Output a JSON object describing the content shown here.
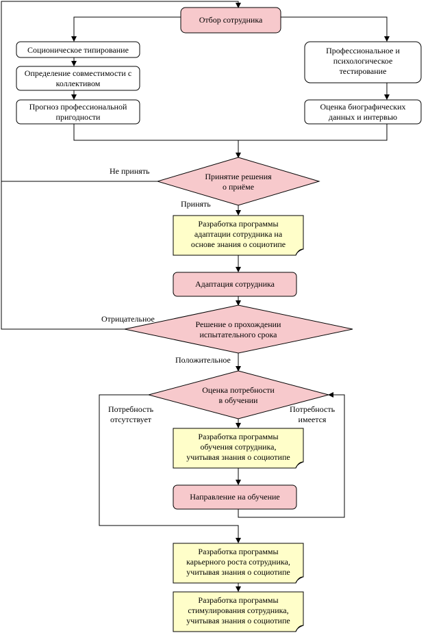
{
  "colors": {
    "pink": "#f7c9cc",
    "yellow": "#fffec9",
    "white": "#ffffff",
    "line": "#000000"
  },
  "nodes": {
    "selection": "Отбор сотрудника",
    "socionic_typing": "Соционическое типирование",
    "compatibility_1": "Определение совместимости с",
    "compatibility_2": "коллективом",
    "forecast_1": "Прогноз профессиональной",
    "forecast_2": "пригодности",
    "prof_testing_1": "Профессиональное и",
    "prof_testing_2": "психологическое",
    "prof_testing_3": "тестирование",
    "bio_1": "Оценка биографических",
    "bio_2": "данных и интервью",
    "decision_hire_1": "Принятие решения",
    "decision_hire_2": "о приёме",
    "adapt_program_1": "Разработка программы",
    "adapt_program_2": "адаптации сотрудника на",
    "adapt_program_3": "основе знания о социотипе",
    "adaptation": "Адаптация сотрудника",
    "probation_1": "Решение о прохождении",
    "probation_2": "испытательного срока",
    "training_need_1": "Оценка потребности",
    "training_need_2": "в обучении",
    "training_program_1": "Разработка программы",
    "training_program_2": "обучения сотрудника,",
    "training_program_3": "учитывая знания о социотипе",
    "training_direction": "Направление на обучение",
    "career_1": "Разработка программы",
    "career_2": "карьерного роста сотрудника,",
    "career_3": "учитывая знания о социотипе",
    "stimulus_1": "Разработка программы",
    "stimulus_2": "стимулирования сотрудника,",
    "stimulus_3": "учитывая знания о социотипе"
  },
  "edge_labels": {
    "not_hired": "Не принять",
    "hired": "Принять",
    "negative": "Отрицательное",
    "positive": "Положительное",
    "need_absent_1": "Потребность",
    "need_absent_2": "отсутствует",
    "need_present_1": "Потребность",
    "need_present_2": "имеется"
  }
}
